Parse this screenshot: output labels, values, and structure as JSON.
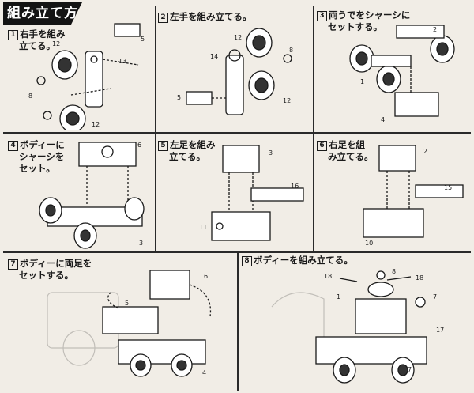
{
  "header": {
    "title": "組み立て方"
  },
  "steps": [
    {
      "num": "1",
      "line1": "右手を組み",
      "line2": "立てる。",
      "callouts": [
        "5",
        "13",
        "12",
        "8",
        "12"
      ]
    },
    {
      "num": "2",
      "line1": "左手を組み立てる。",
      "line2": "",
      "callouts": [
        "12",
        "14",
        "8",
        "5",
        "12"
      ]
    },
    {
      "num": "3",
      "line1": "両うでをシャーシに",
      "line2": "セットする。",
      "callouts": [
        "2",
        "1",
        "4"
      ]
    },
    {
      "num": "4",
      "line1": "ボディーに",
      "line2": "シャーシを",
      "line3": "セット。",
      "callouts": [
        "6",
        "3"
      ]
    },
    {
      "num": "5",
      "line1": "左足を組み",
      "line2": "立てる。",
      "callouts": [
        "3",
        "16",
        "11"
      ]
    },
    {
      "num": "6",
      "line1": "右足を組",
      "line2": "み立てる。",
      "callouts": [
        "2",
        "15",
        "10"
      ]
    },
    {
      "num": "7",
      "line1": "ボディーに両足を",
      "line2": "セットする。",
      "callouts": [
        "6",
        "5",
        "4"
      ]
    },
    {
      "num": "8",
      "line1": "ボディーを組み立てる。",
      "line2": "",
      "callouts": [
        "8",
        "18",
        "18",
        "7",
        "17",
        "1",
        "7"
      ]
    }
  ],
  "colors": {
    "paper": "#f1ede6",
    "ink": "#1a1a1a",
    "banner": "#141414"
  }
}
